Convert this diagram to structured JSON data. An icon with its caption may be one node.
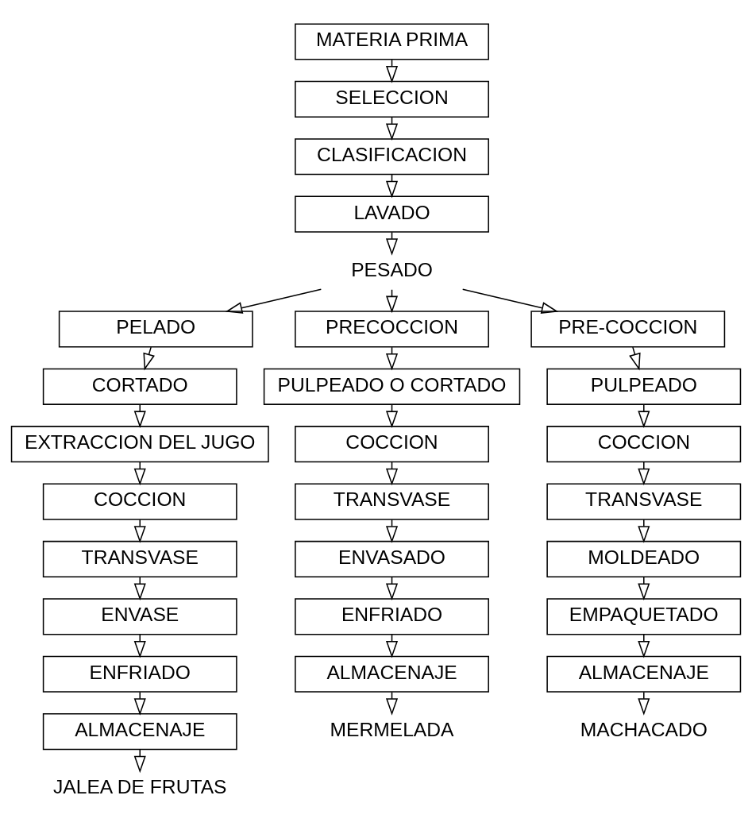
{
  "diagram": {
    "nodes": [
      {
        "text": [
          "MATERIA PRIMA"
        ]
      },
      {
        "text": [
          "SELECCION"
        ]
      },
      {
        "text": [
          "CLASIFICACION"
        ]
      },
      {
        "text": [
          "LAVADO"
        ]
      },
      {
        "text": [
          "PESADO"
        ]
      },
      {
        "text": [
          "PELADO"
        ]
      },
      {
        "text": [
          "CORTADO"
        ]
      },
      {
        "text": [
          "EXTRACCION DEL JUGO"
        ]
      },
      {
        "text": [
          "COCCION"
        ]
      },
      {
        "text": [
          "TRANSVASE"
        ]
      },
      {
        "text": [
          "ENVASE"
        ]
      },
      {
        "text": [
          "ENFRIADO"
        ]
      },
      {
        "text": [
          "ALMACENAJE"
        ]
      },
      {
        "text": [
          "JALEA DE FRUTAS"
        ]
      },
      {
        "text": [
          "PRECOCCION"
        ]
      },
      {
        "text": [
          "PULPEADO O CORTADO"
        ]
      },
      {
        "text": [
          "COCCION"
        ]
      },
      {
        "text": [
          "TRANSVASE"
        ]
      },
      {
        "text": [
          "ENVASADO"
        ]
      },
      {
        "text": [
          "ENFRIADO"
        ]
      },
      {
        "text": [
          "ALMACENAJE"
        ]
      },
      {
        "text": [
          "MERMELADA"
        ]
      },
      {
        "text": [
          "PRE-COCCION"
        ]
      },
      {
        "text": [
          "PULPEADO"
        ]
      },
      {
        "text": [
          "COCCION"
        ]
      },
      {
        "text": [
          "TRANSVASE"
        ]
      },
      {
        "text": [
          "MOLDEADO"
        ]
      },
      {
        "text": [
          "EMPAQUETADO"
        ]
      },
      {
        "text": [
          "ALMACENAJE"
        ]
      },
      {
        "text": [
          "MACHACADO"
        ]
      }
    ],
    "edges": [
      {
        "from": 0,
        "to": 1,
        "arrow": "to"
      },
      {
        "from": 1,
        "to": 2,
        "arrow": "to"
      },
      {
        "from": 2,
        "to": 3,
        "arrow": "to"
      },
      {
        "from": 3,
        "to": 4,
        "arrow": "to"
      },
      {
        "from": 4,
        "to": 5,
        "arrow": "to"
      },
      {
        "from": 4,
        "to": 14,
        "arrow": "to"
      },
      {
        "from": 4,
        "to": 22,
        "arrow": "to"
      },
      {
        "from": 5,
        "to": 6,
        "arrow": "to"
      },
      {
        "from": 6,
        "to": 7,
        "arrow": "to"
      },
      {
        "from": 7,
        "to": 8,
        "arrow": "to"
      },
      {
        "from": 8,
        "to": 9,
        "arrow": "to"
      },
      {
        "from": 9,
        "to": 10,
        "arrow": "to"
      },
      {
        "from": 10,
        "to": 11,
        "arrow": "to"
      },
      {
        "from": 11,
        "to": 12,
        "arrow": "to"
      },
      {
        "from": 12,
        "to": 13,
        "arrow": "to"
      },
      {
        "from": 14,
        "to": 15,
        "arrow": "to"
      },
      {
        "from": 15,
        "to": 16,
        "arrow": "to"
      },
      {
        "from": 16,
        "to": 17,
        "arrow": "to"
      },
      {
        "from": 17,
        "to": 18,
        "arrow": "to"
      },
      {
        "from": 18,
        "to": 19,
        "arrow": "to"
      },
      {
        "from": 19,
        "to": 20,
        "arrow": "to"
      },
      {
        "from": 20,
        "to": 21,
        "arrow": "to"
      },
      {
        "from": 22,
        "to": 23,
        "arrow": "to"
      },
      {
        "from": 23,
        "to": 24,
        "arrow": "to"
      },
      {
        "from": 24,
        "to": 25,
        "arrow": "to"
      },
      {
        "from": 25,
        "to": 26,
        "arrow": "to"
      },
      {
        "from": 26,
        "to": 27,
        "arrow": "to"
      },
      {
        "from": 27,
        "to": 28,
        "arrow": "to"
      },
      {
        "from": 28,
        "to": 29,
        "arrow": "to"
      }
    ]
  }
}
